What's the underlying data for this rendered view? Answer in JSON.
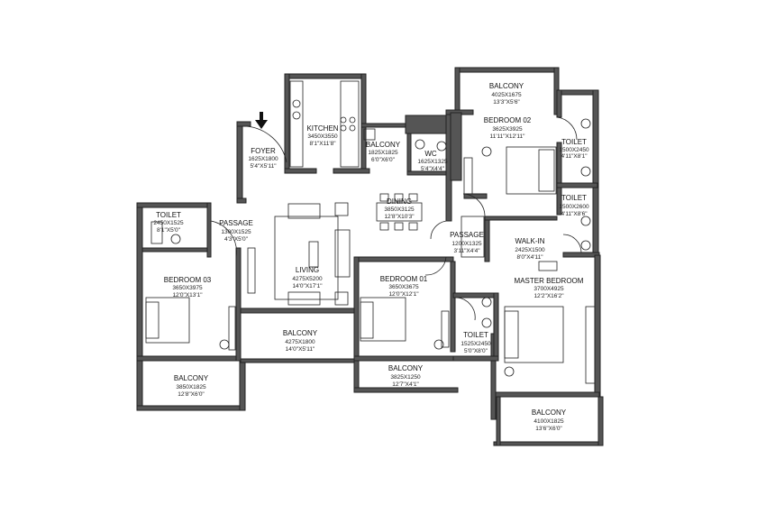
{
  "rooms": {
    "balcony_top": {
      "name": "BALCONY",
      "d1": "4025X1675",
      "d2": "13'3\"X5'6\""
    },
    "bedroom02": {
      "name": "BEDROOM 02",
      "d1": "3625X3925",
      "d2": "11'11\"X12'11\""
    },
    "toilet_a": {
      "name": "TOILET",
      "d1": "1500X2450",
      "d2": "4'11\"X8'1\""
    },
    "toilet_b": {
      "name": "TOILET",
      "d1": "1500X2600",
      "d2": "4'11\"X8'6\""
    },
    "kitchen": {
      "name": "KITCHEN",
      "d1": "3450X3550",
      "d2": "8'1\"X11'8\""
    },
    "balcony_kitchen": {
      "name": "BALCONY",
      "d1": "1825X1825",
      "d2": "6'0\"X6'0\""
    },
    "wc": {
      "name": "WC",
      "d1": "1625X1325",
      "d2": "5'4\"X4'4\""
    },
    "foyer": {
      "name": "FOYER",
      "d1": "1625X1800",
      "d2": "5'4\"X5'11\""
    },
    "dining": {
      "name": "DINING",
      "d1": "3850X3125",
      "d2": "12'8\"X10'3\""
    },
    "toilet_c": {
      "name": "TOILET",
      "d1": "2450X1525",
      "d2": "8'1\"X5'0\""
    },
    "passage_left": {
      "name": "PASSAGE",
      "d1": "1300X1525",
      "d2": "4'3\"X5'0\""
    },
    "passage_right": {
      "name": "PASSAGE",
      "d1": "1200X1325",
      "d2": "3'11\"X4'4\""
    },
    "walkin": {
      "name": "WALK-IN",
      "d1": "2425X1500",
      "d2": "8'0\"X4'11\""
    },
    "bedroom03": {
      "name": "BEDROOM 03",
      "d1": "3650X3975",
      "d2": "12'0\"X13'1\""
    },
    "living": {
      "name": "LIVING",
      "d1": "4275X5200",
      "d2": "14'0\"X17'1\""
    },
    "bedroom01": {
      "name": "BEDROOM 01",
      "d1": "3650X3675",
      "d2": "12'0\"X12'1\""
    },
    "master": {
      "name": "MASTER BEDROOM",
      "d1": "3700X4925",
      "d2": "12'2\"X16'2\""
    },
    "toilet_d": {
      "name": "TOILET",
      "d1": "1525X2450",
      "d2": "5'0\"X8'0\""
    },
    "balcony_living": {
      "name": "BALCONY",
      "d1": "4275X1800",
      "d2": "14'0\"X5'11\""
    },
    "balcony_b01": {
      "name": "BALCONY",
      "d1": "3825X1250",
      "d2": "12'7\"X4'1\""
    },
    "balcony_b03": {
      "name": "BALCONY",
      "d1": "3850X1825",
      "d2": "12'8\"X6'0\""
    },
    "balcony_master": {
      "name": "BALCONY",
      "d1": "4100X1825",
      "d2": "13'6\"X6'0\""
    }
  }
}
